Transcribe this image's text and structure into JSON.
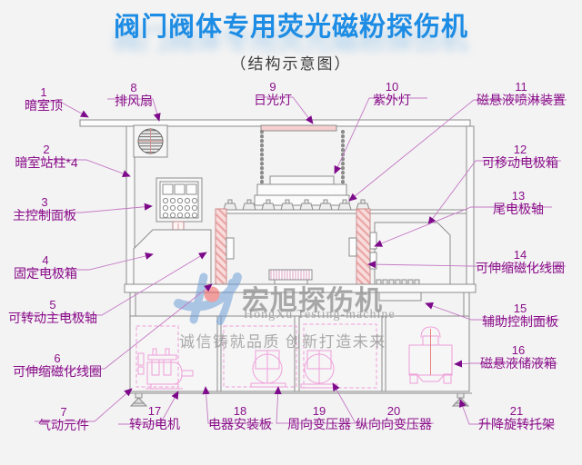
{
  "title": "阀门阀体专用荧光磁粉探伤机",
  "subtitle": "（结构示意图）",
  "watermark": {
    "brand_cn": "宏旭探伤机",
    "brand_en": "HongXu Testing-machine",
    "slogan": "诚信铸就品质  创新打造未来"
  },
  "colors": {
    "title_blue": "#1d8ce4",
    "label_purple": "#8a0f8a",
    "leader_purple": "#c478c4",
    "machine_gray": "#8c8c8c",
    "component_pink": "#ef9fd9",
    "coil_fill": "#f5c9c9",
    "background": "#f3f3f3"
  },
  "labels": [
    {
      "num": "1",
      "text": "暗室顶"
    },
    {
      "num": "2",
      "text": "暗室站柱*4"
    },
    {
      "num": "3",
      "text": "主控制面板"
    },
    {
      "num": "4",
      "text": "固定电极箱"
    },
    {
      "num": "5",
      "text": "可转动主电极轴"
    },
    {
      "num": "6",
      "text": "可伸缩磁化线圈"
    },
    {
      "num": "7",
      "text": "气动元件"
    },
    {
      "num": "8",
      "text": "排风扇"
    },
    {
      "num": "9",
      "text": "日光灯"
    },
    {
      "num": "10",
      "text": "紫外灯"
    },
    {
      "num": "11",
      "text": "磁悬液喷淋装置"
    },
    {
      "num": "12",
      "text": "可移动电极箱"
    },
    {
      "num": "13",
      "text": "尾电极轴"
    },
    {
      "num": "14",
      "text": "可伸缩磁化线圈"
    },
    {
      "num": "15",
      "text": "辅助控制面板"
    },
    {
      "num": "16",
      "text": "磁悬液储液箱"
    },
    {
      "num": "17",
      "text": "转动电机"
    },
    {
      "num": "18",
      "text": "电器安装板"
    },
    {
      "num": "19",
      "text": "周向变压器"
    },
    {
      "num": "20",
      "text": "纵向向变压器"
    },
    {
      "num": "21",
      "text": "升降旋转托架"
    }
  ]
}
